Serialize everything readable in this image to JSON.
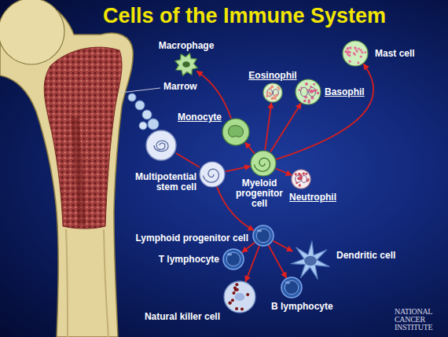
{
  "diagram": {
    "title": "Cells of the Immune System",
    "nodes": [
      {
        "text": [
          "Macrophage"
        ]
      },
      {
        "text": [
          "Mast cell"
        ]
      },
      {
        "text": [
          "Eosinophil"
        ]
      },
      {
        "text": [
          "Basophil"
        ]
      },
      {
        "text": [
          "Monocyte"
        ]
      },
      {
        "text": [
          "Multipotential stem cell"
        ]
      },
      {
        "text": [
          "Myeloid progenitor cell"
        ]
      },
      {
        "text": [
          "Neutrophil"
        ]
      },
      {
        "text": [
          "Lymphoid progenitor cell"
        ]
      },
      {
        "text": [
          "T lymphocyte"
        ]
      },
      {
        "text": [
          "Dendritic cell"
        ]
      },
      {
        "text": [
          "B lymphocyte"
        ]
      },
      {
        "text": [
          "Natural killer cell"
        ]
      }
    ],
    "edges": [
      {
        "from": 5,
        "to": 6,
        "arrow": "to"
      },
      {
        "from": 5,
        "to": 8,
        "arrow": "to"
      },
      {
        "from": 6,
        "to": 4,
        "arrow": "to"
      },
      {
        "from": 4,
        "to": 0,
        "arrow": "to"
      },
      {
        "from": 6,
        "to": 2,
        "arrow": "to"
      },
      {
        "from": 6,
        "to": 3,
        "arrow": "to"
      },
      {
        "from": 6,
        "to": 1,
        "arrow": "to"
      },
      {
        "from": 6,
        "to": 7,
        "arrow": "to"
      },
      {
        "from": 8,
        "to": 9,
        "arrow": "to"
      },
      {
        "from": 8,
        "to": 10,
        "arrow": "to"
      },
      {
        "from": 8,
        "to": 11,
        "arrow": "to"
      },
      {
        "from": 8,
        "to": 12,
        "arrow": "to"
      }
    ],
    "labels": [
      "Marrow",
      "NATIONAL CANCER INSTITUTE"
    ]
  }
}
